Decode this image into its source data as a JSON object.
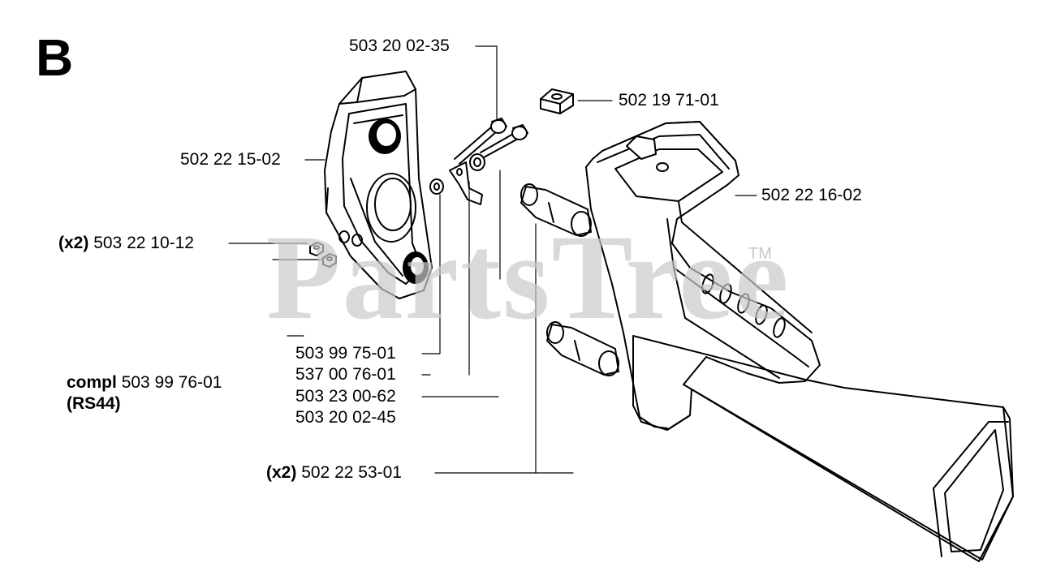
{
  "section_letter": "B",
  "watermark": {
    "text": "PartsTree",
    "tm": "TM"
  },
  "callouts": [
    {
      "qty": "",
      "part": "503 20 02-35"
    },
    {
      "qty": "",
      "part": "502 19 71-01"
    },
    {
      "qty": "",
      "part": "502 22 15-02"
    },
    {
      "qty": "",
      "part": "502 22 16-02"
    },
    {
      "qty": "(x2)",
      "part": "503 22 10-12"
    },
    {
      "qty": "",
      "part": "503 99 75-01"
    },
    {
      "qty": "",
      "part": "537 00 76-01"
    },
    {
      "qty": "",
      "part": "503 23 00-62"
    },
    {
      "qty": "",
      "part": "503 20 02-45"
    },
    {
      "qty": "(x2)",
      "part": "502 22 53-01"
    }
  ],
  "assembly": {
    "prefix": "compl",
    "part": "503 99 76-01",
    "model": "(RS44)"
  }
}
